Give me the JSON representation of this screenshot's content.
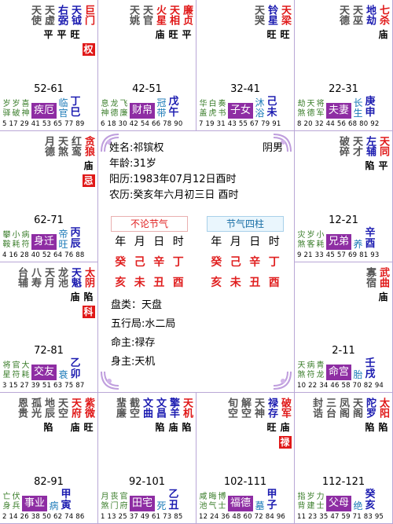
{
  "palaces": [
    {
      "id": "si",
      "stars": [
        {
          "t": "巨门",
          "c": "#e01818",
          "b": ""
        },
        {
          "t": "天钺",
          "c": "#1b1bb0",
          "b": "旺"
        },
        {
          "t": "右弼",
          "c": "#1b1bb0",
          "b": "平"
        },
        {
          "t": "天虚",
          "c": "#555",
          "b": "平"
        },
        {
          "t": "天使",
          "c": "#555",
          "b": ""
        }
      ],
      "hua": "权",
      "range": "52-61",
      "small": [
        [
          "岁",
          "驿"
        ],
        [
          "岁",
          "破"
        ],
        [
          "喜",
          "神"
        ]
      ],
      "name": "疾厄",
      "chang": [
        "临",
        "官"
      ],
      "gz": [
        "丁",
        "巳"
      ],
      "ages": "5 17 29 41 53 65 77 89"
    },
    {
      "id": "wu",
      "stars": [
        {
          "t": "廉贞",
          "c": "#e01818",
          "b": "平"
        },
        {
          "t": "天相",
          "c": "#e01818",
          "b": "旺"
        },
        {
          "t": "火星",
          "c": "#e01818",
          "b": "庙"
        },
        {
          "t": "天官",
          "c": "#555",
          "b": ""
        },
        {
          "t": "天姚",
          "c": "#555",
          "b": ""
        }
      ],
      "hua": "",
      "range": "42-51",
      "small": [
        [
          "息",
          "神"
        ],
        [
          "龙",
          "德"
        ],
        [
          "飞",
          "廉"
        ]
      ],
      "name": "财帛",
      "chang": [
        "冠",
        "带"
      ],
      "gz": [
        "戊",
        "午"
      ],
      "ages": "6 18 30 42 54 66 78 90"
    },
    {
      "id": "wei",
      "stars": [
        {
          "t": "天梁",
          "c": "#e01818",
          "b": "旺"
        },
        {
          "t": "铃星",
          "c": "#1b1bb0",
          "b": "旺"
        },
        {
          "t": "天哭",
          "c": "#555",
          "b": ""
        }
      ],
      "hua": "",
      "range": "32-41",
      "small": [
        [
          "华",
          "盖"
        ],
        [
          "白",
          "虎"
        ],
        [
          "奏",
          "书"
        ]
      ],
      "name": "子女",
      "chang": [
        "沐",
        "浴"
      ],
      "gz": [
        "己",
        "未"
      ],
      "ages": "7 19 31 43 55 67 79 91"
    },
    {
      "id": "shen",
      "stars": [
        {
          "t": "七杀",
          "c": "#e01818",
          "b": "庙"
        },
        {
          "t": "地劫",
          "c": "#1b1bb0",
          "b": ""
        },
        {
          "t": "天巫",
          "c": "#555",
          "b": ""
        },
        {
          "t": "天德",
          "c": "#555",
          "b": ""
        }
      ],
      "hua": "",
      "range": "22-31",
      "small": [
        [
          "劫",
          "煞"
        ],
        [
          "天",
          "德"
        ],
        [
          "将",
          "军"
        ]
      ],
      "name": "夫妻",
      "chang": [
        "长",
        "生"
      ],
      "gz": [
        "庚",
        "申"
      ],
      "ages": "8 20 32 44 56 68 80 92"
    },
    {
      "id": "chen",
      "stars": [
        {
          "t": "贪狼",
          "c": "#e01818",
          "b": "庙"
        },
        {
          "t": "红鸾",
          "c": "#555",
          "b": ""
        },
        {
          "t": "天煞",
          "c": "#555",
          "b": ""
        },
        {
          "t": "月德",
          "c": "#555",
          "b": ""
        }
      ],
      "hua": "忌",
      "range": "62-71",
      "small": [
        [
          "攀",
          "鞍"
        ],
        [
          "小",
          "耗"
        ],
        [
          "病",
          "符"
        ]
      ],
      "name": "身迁",
      "chang": [
        "帝",
        "旺"
      ],
      "gz": [
        "丙",
        "辰"
      ],
      "ages": "4 16 28 40 52 64 76 88"
    },
    {
      "id": "you",
      "stars": [
        {
          "t": "天同",
          "c": "#e01818",
          "b": "平"
        },
        {
          "t": "左辅",
          "c": "#1b1bb0",
          "b": "陷"
        },
        {
          "t": "天才",
          "c": "#555",
          "b": ""
        },
        {
          "t": "破碎",
          "c": "#555",
          "b": ""
        }
      ],
      "hua": "",
      "range": "12-21",
      "small": [
        [
          "灾",
          "煞"
        ],
        [
          "岁",
          "客"
        ],
        [
          "小",
          "耗"
        ]
      ],
      "name": "兄弟",
      "chang": [
        "养"
      ],
      "gz": [
        "辛",
        "酉"
      ],
      "ages": "9 21 33 45 57 69 81 93"
    },
    {
      "id": "mao",
      "stars": [
        {
          "t": "太阴",
          "c": "#e01818",
          "b": "陷"
        },
        {
          "t": "天魁",
          "c": "#1b1bb0",
          "b": "庙"
        },
        {
          "t": "龙池",
          "c": "#555",
          "b": ""
        },
        {
          "t": "天月",
          "c": "#555",
          "b": ""
        },
        {
          "t": "八寿",
          "c": "#555",
          "b": ""
        },
        {
          "t": "台辅",
          "c": "#555",
          "b": ""
        }
      ],
      "hua": "科",
      "range": "72-81",
      "small": [
        [
          "将",
          "星"
        ],
        [
          "官",
          "符"
        ],
        [
          "大",
          "耗"
        ]
      ],
      "name": "交友",
      "chang": [
        "衰"
      ],
      "gz": [
        "乙",
        "卯"
      ],
      "ages": "3 15 27 39 51 63 75 87"
    },
    {
      "id": "xu",
      "stars": [
        {
          "t": "武曲",
          "c": "#e01818",
          "b": "庙"
        },
        {
          "t": "寡宿",
          "c": "#555",
          "b": ""
        }
      ],
      "hua": "",
      "range": "2-11",
      "small": [
        [
          "天",
          "煞"
        ],
        [
          "病",
          "符"
        ],
        [
          "青",
          "龙"
        ]
      ],
      "name": "命宫",
      "chang": [
        "胎"
      ],
      "gz": [
        "壬",
        "戌"
      ],
      "ages": "10 22 34 46 58 70 82 94"
    },
    {
      "id": "yin",
      "stars": [
        {
          "t": "紫微",
          "c": "#e01818",
          "b": "旺"
        },
        {
          "t": "天府",
          "c": "#e01818",
          "b": "庙"
        },
        {
          "t": "天空",
          "c": "#555",
          "b": ""
        },
        {
          "t": "地辰",
          "c": "#555",
          "b": "陷"
        },
        {
          "t": "孤光",
          "c": "#555",
          "b": ""
        },
        {
          "t": "恩贵",
          "c": "#555",
          "b": ""
        }
      ],
      "hua": "",
      "range": "82-91",
      "small": [
        [
          "亡",
          "身"
        ],
        [
          "伏",
          "兵"
        ]
      ],
      "name": "事业",
      "chang": [
        "病"
      ],
      "gz": [
        "甲",
        "寅"
      ],
      "ages": "2 14 26 38 50 62 74 86"
    },
    {
      "id": "chou",
      "stars": [
        {
          "t": "天机",
          "c": "#e01818",
          "b": "陷"
        },
        {
          "t": "擎羊",
          "c": "#1b1bb0",
          "b": "庙"
        },
        {
          "t": "文昌",
          "c": "#1b1bb0",
          "b": "陷"
        },
        {
          "t": "文曲",
          "c": "#1b1bb0",
          "b": ""
        },
        {
          "t": "截空",
          "c": "#555",
          "b": ""
        },
        {
          "t": "蜚廉",
          "c": "#555",
          "b": ""
        }
      ],
      "hua": "",
      "range": "92-101",
      "small": [
        [
          "月",
          "煞"
        ],
        [
          "丧",
          "门"
        ],
        [
          "官",
          "府"
        ]
      ],
      "name": "田宅",
      "chang": [
        "死"
      ],
      "gz": [
        "乙",
        "丑"
      ],
      "ages": "1 13 25 37 49 61 73 85"
    },
    {
      "id": "zi",
      "stars": [
        {
          "t": "破军",
          "c": "#e01818",
          "b": "庙"
        },
        {
          "t": "禄存",
          "c": "#1b1bb0",
          "b": "旺"
        },
        {
          "t": "天神",
          "c": "#555",
          "b": ""
        },
        {
          "t": "解空",
          "c": "#555",
          "b": ""
        },
        {
          "t": "旬空",
          "c": "#555",
          "b": ""
        }
      ],
      "hua": "禄",
      "range": "102-111",
      "small": [
        [
          "咸",
          "池"
        ],
        [
          "晦",
          "气"
        ],
        [
          "博",
          "士"
        ]
      ],
      "name": "福德",
      "chang": [
        "墓"
      ],
      "gz": [
        "甲",
        "子"
      ],
      "ages": "12 24 36 48 60 72 84 96"
    },
    {
      "id": "hai",
      "stars": [
        {
          "t": "太阳",
          "c": "#e01818",
          "b": "陷"
        },
        {
          "t": "陀罗",
          "c": "#1b1bb0",
          "b": "陷"
        },
        {
          "t": "天阁",
          "c": "#555",
          "b": ""
        },
        {
          "t": "凤阁",
          "c": "#555",
          "b": ""
        },
        {
          "t": "三台",
          "c": "#555",
          "b": ""
        },
        {
          "t": "封诰",
          "c": "#555",
          "b": ""
        }
      ],
      "hua": "",
      "range": "112-121",
      "small": [
        [
          "指",
          "背"
        ],
        [
          "岁",
          "建"
        ],
        [
          "力",
          "士"
        ]
      ],
      "name": "父母",
      "chang": [
        "绝"
      ],
      "gz": [
        "癸",
        "亥"
      ],
      "ages": "11 23 35 47 59 71 83 95"
    }
  ],
  "center": {
    "name": "姓名:祁镔权",
    "gender": "阴男",
    "age": "年龄:31岁",
    "solar": "阳历:1983年07月12日酉时",
    "lunar": "农历:癸亥年六月初三日 酉时",
    "box1": {
      "head": "不论节气",
      "keys": [
        "年",
        "月",
        "日",
        "时"
      ],
      "gan": [
        "癸",
        "己",
        "辛",
        "丁"
      ],
      "zhi": [
        "亥",
        "未",
        "丑",
        "酉"
      ]
    },
    "box2": {
      "head": "节气四柱",
      "keys": [
        "年",
        "月",
        "日",
        "时"
      ],
      "gan": [
        "癸",
        "己",
        "辛",
        "丁"
      ],
      "zhi": [
        "亥",
        "未",
        "丑",
        "酉"
      ]
    },
    "panlei": "盘类：天盘",
    "wuxing": "五行局:水二局",
    "mingzhu": "命主:禄存",
    "shenzhu": "身主:天机"
  }
}
